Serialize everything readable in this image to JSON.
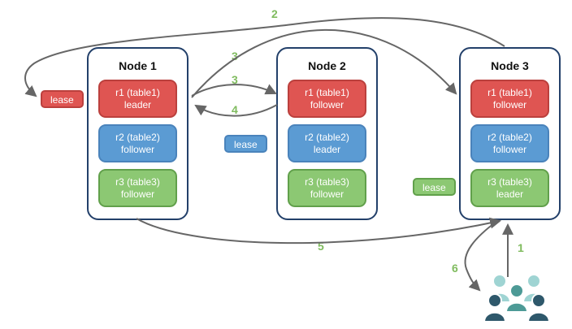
{
  "colors": {
    "red": "#df5552",
    "red-border": "#bb403d",
    "blue": "#5b9bd3",
    "blue-border": "#4a83bb",
    "green": "#8cc873",
    "green-border": "#61a04b",
    "node-border": "#23406a",
    "arrow": "#666666",
    "step": "#7fbb5e",
    "user-light": "#9fd4d3",
    "user-mid": "#4d9a96",
    "user-dark": "#2e586b",
    "node-title": "#111111",
    "box-text": "#ffffff"
  },
  "nodes": [
    {
      "title": "Node 1",
      "replicas": [
        {
          "label": "r1 (table1)",
          "role": "leader",
          "variant": "red"
        },
        {
          "label": "r2 (table2)",
          "role": "follower",
          "variant": "blue"
        },
        {
          "label": "r3 (table3)",
          "role": "follower",
          "variant": "green"
        }
      ]
    },
    {
      "title": "Node 2",
      "replicas": [
        {
          "label": "r1 (table1)",
          "role": "follower",
          "variant": "red"
        },
        {
          "label": "r2 (table2)",
          "role": "leader",
          "variant": "blue"
        },
        {
          "label": "r3 (table3)",
          "role": "follower",
          "variant": "green"
        }
      ]
    },
    {
      "title": "Node 3",
      "replicas": [
        {
          "label": "r1 (table1)",
          "role": "follower",
          "variant": "red"
        },
        {
          "label": "r2 (table2)",
          "role": "follower",
          "variant": "blue"
        },
        {
          "label": "r3 (table3)",
          "role": "leader",
          "variant": "green"
        }
      ]
    }
  ],
  "leases": [
    {
      "text": "lease",
      "variant": "red"
    },
    {
      "text": "lease",
      "variant": "blue"
    },
    {
      "text": "lease",
      "variant": "green"
    }
  ],
  "step_labels": {
    "s1": "1",
    "s2": "2",
    "s3a": "3",
    "s3b": "3",
    "s4": "4",
    "s5": "5",
    "s6": "6"
  }
}
